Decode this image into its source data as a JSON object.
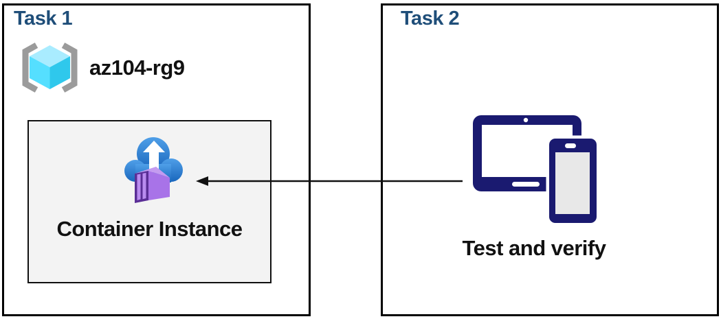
{
  "task1": {
    "title": "Task 1",
    "resource_group": {
      "name": "az104-rg9"
    },
    "container": {
      "label": "Container Instance"
    }
  },
  "task2": {
    "title": "Task 2",
    "devices_label": "Test and verify"
  },
  "arrow": {
    "from": "test-and-verify-devices",
    "to": "container-instance",
    "direction": "left"
  },
  "icons": {
    "resource_group": "resource-group-icon",
    "container_instance": "container-instance-icon",
    "devices": "tablet-phone-icon"
  },
  "colors": {
    "task_title": "#1F4E79",
    "box_border": "#000000",
    "inner_box_bg": "#F3F3F3",
    "device_navy": "#1A1A70",
    "cloud_blue_top": "#4F9FE8",
    "cloud_blue_bottom": "#1A67BD",
    "container_right_face": "#A873E8",
    "container_top_face": "#C49BF0",
    "container_door": "#5A2E96",
    "container_slat": "#B98CEF",
    "cube_top": "#A9ECFF",
    "cube_left": "#55DFFF",
    "cube_right": "#2FC8EC",
    "bracket_gray": "#9B9B9B",
    "arrow_black": "#111111"
  }
}
